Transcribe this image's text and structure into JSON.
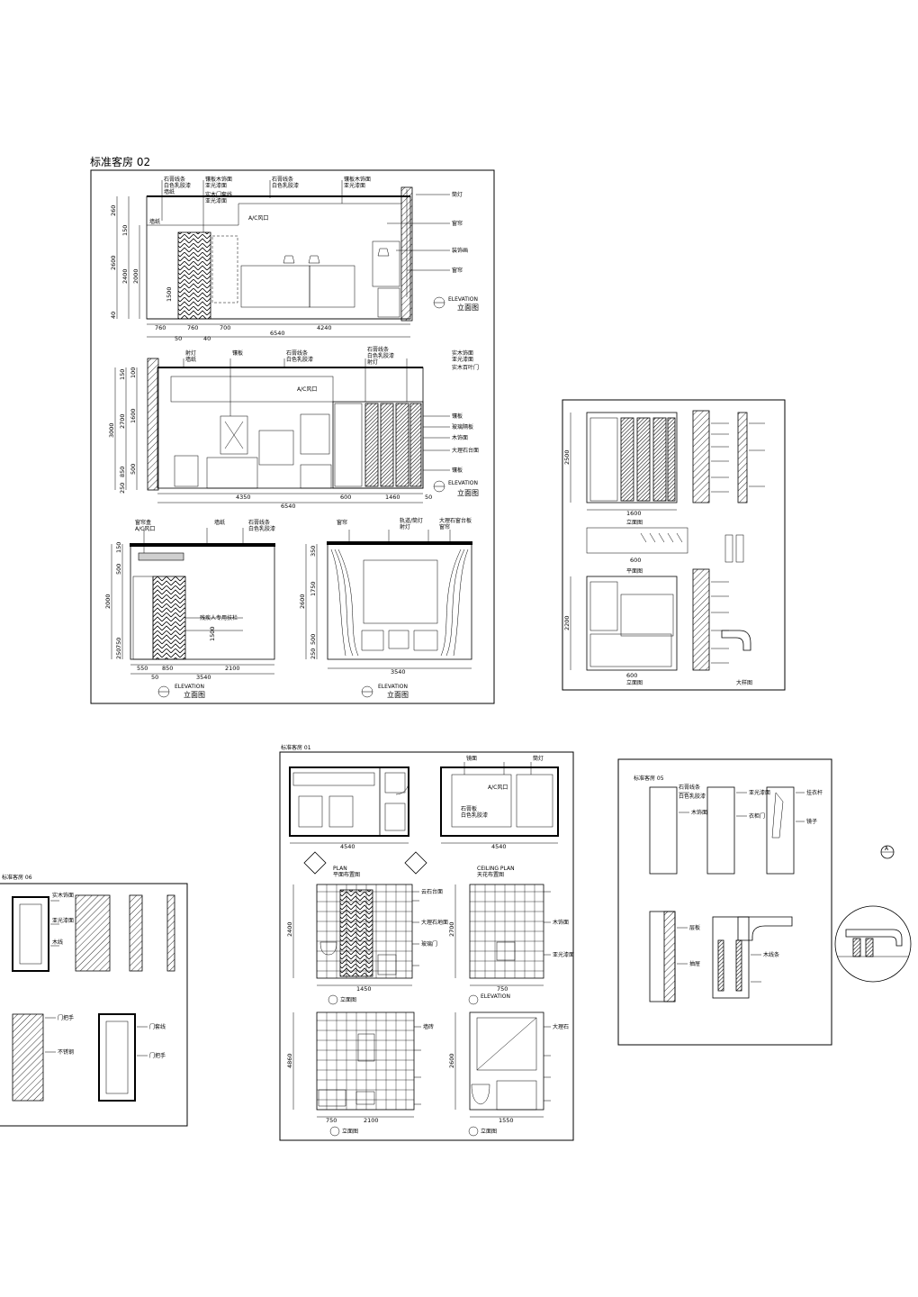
{
  "sheet_a": {
    "title": "标准客房  02",
    "elev1": {
      "caption_en": "ELEVATION",
      "caption_cn": "立面图",
      "notes": [
        "石膏线条",
        "白色乳胶漆",
        "墙纸",
        "镶板木饰面",
        "亚光漆面",
        "实木门套线",
        "亚光漆面",
        "石膏线条",
        "白色乳胶漆",
        "镶板木饰面",
        "亚光漆面",
        "筒灯",
        "A/C风口",
        "窗帘",
        "墙纸",
        "装饰画",
        "窗帘"
      ],
      "dims_h": [
        "760",
        "760",
        "700",
        "4240",
        "6540",
        "50",
        "40"
      ],
      "dims_v": [
        "260",
        "2600",
        "2400",
        "2000",
        "1500",
        "150",
        "40"
      ]
    },
    "elev2": {
      "caption_en": "ELEVATION",
      "caption_cn": "立面图",
      "notes": [
        "射灯",
        "墙纸",
        "镶板",
        "石膏线条",
        "白色乳胶漆",
        "石膏线条",
        "白色乳胶漆",
        "射灯",
        "实木饰面",
        "亚光漆面",
        "实木百叶门",
        "A/C风口",
        "镶板",
        "玻璃隔板",
        "木饰面",
        "大理石台面",
        "镶板"
      ],
      "dims_h": [
        "4350",
        "600",
        "1460",
        "50",
        "6540"
      ],
      "dims_v": [
        "150",
        "100",
        "2700",
        "3000",
        "1600",
        "850",
        "500",
        "250"
      ]
    },
    "elev3": {
      "caption_en": "ELEVATION",
      "caption_cn": "立面图",
      "notes": [
        "窗帘盒",
        "A/C风口",
        "墙纸",
        "石膏线条",
        "白色乳胶漆",
        "残疾人专用扶栏"
      ],
      "dims_h": [
        "550",
        "850",
        "2100",
        "50",
        "3540"
      ],
      "dims_v": [
        "150",
        "500",
        "2000",
        "750",
        "250",
        "1500"
      ]
    },
    "elev4": {
      "caption_en": "ELEVATION",
      "caption_cn": "立面图",
      "notes": [
        "窗帘",
        "轨道/筒灯",
        "射灯",
        "大理石窗台板",
        "窗帘"
      ],
      "dims_h": [
        "3540"
      ],
      "dims_v": [
        "350",
        "1750",
        "2600",
        "500",
        "250"
      ]
    }
  },
  "sheet_b": {
    "captions": [
      "立面图",
      "平面图",
      "立面图",
      "大样图"
    ],
    "dims": [
      "2500",
      "1600",
      "600",
      "2200",
      "600"
    ]
  },
  "sheet_c": {
    "title": "标准客房  01",
    "plan_caption_en": "PLAN",
    "plan_caption_cn": "平面布置图",
    "ceiling_caption_en": "CEILING PLAN",
    "ceiling_caption_cn": "天花布置图",
    "elev_caption_en": "ELEVATION",
    "elev_caption_cn": "立面图",
    "notes": [
      "镜面",
      "A/C风口",
      "筒灯",
      "石膏板",
      "白色乳胶漆",
      "云石台面",
      "大理石地面",
      "玻璃门",
      "木饰面",
      "亚光漆面",
      "墙砖",
      "大理石"
    ],
    "dims": [
      "4540",
      "4540",
      "2400",
      "2700",
      "4860",
      "1450",
      "750",
      "2100",
      "1550",
      "750",
      "2600"
    ]
  },
  "sheet_d": {
    "title": "标准客房  06",
    "notes": [
      "实木饰面",
      "亚光漆面",
      "木线",
      "门把手",
      "不锈钢",
      "门套线",
      "门把手"
    ]
  },
  "sheet_e": {
    "title": "标准客房  05",
    "notes": [
      "石膏线条",
      "白色乳胶漆",
      "木饰面",
      "亚光漆面",
      "衣柜门",
      "挂衣杆",
      "镜子",
      "层板",
      "抽屉",
      "木线条"
    ]
  },
  "detail_bubble_label": "A"
}
